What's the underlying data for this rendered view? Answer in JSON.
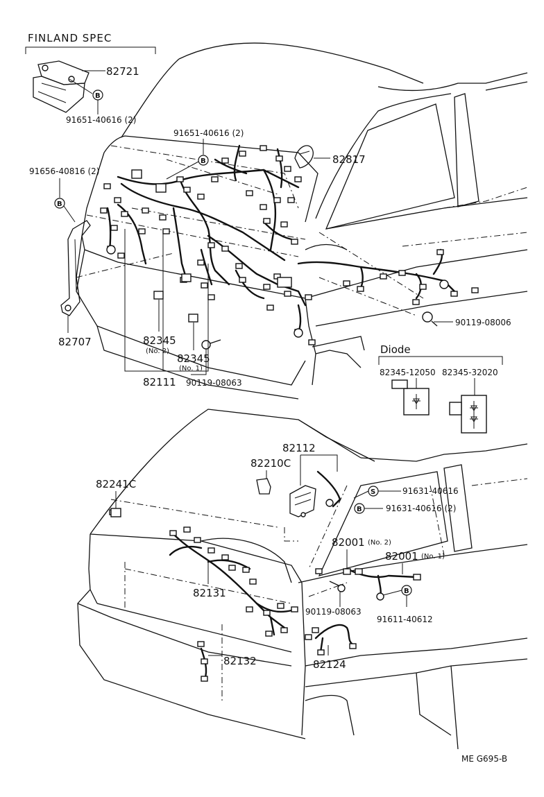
{
  "spec_title": "FINLAND SPEC",
  "footer_code": "ME  G695-B",
  "symbols": {
    "b": "B",
    "s": "S"
  },
  "diode": {
    "title": "Diode",
    "part_a": "82345-12050",
    "part_b": "82345-32020"
  },
  "labels": {
    "p82721": "82721",
    "p91651_a": "91651-40616 (2)",
    "p91651_b": "91651-40616 (2)",
    "p91656": "91656-40816 (2)",
    "p82817": "82817",
    "p82707": "82707",
    "p82345": "82345",
    "p82345_no2": "(No. 2)",
    "p82345_b": "82345",
    "p82345_no1": "(No. 1)",
    "p82111": "82111",
    "p90119_a": "90119-08063",
    "p90119_b": "90119-08006",
    "p82112": "82112",
    "p82210c": "82210C",
    "p82241c": "82241C",
    "p91631_a": "91631-40616",
    "p91631_b": "91631-40616 (2)",
    "p82001_a": "82001",
    "p82001_a_no": "(No. 2)",
    "p82001_b": "82001",
    "p82001_b_no": "(No. 1)",
    "p82131": "82131",
    "p90119_c": "90119-08063",
    "p91611": "91611-40612",
    "p82132": "82132",
    "p82124": "82124"
  }
}
